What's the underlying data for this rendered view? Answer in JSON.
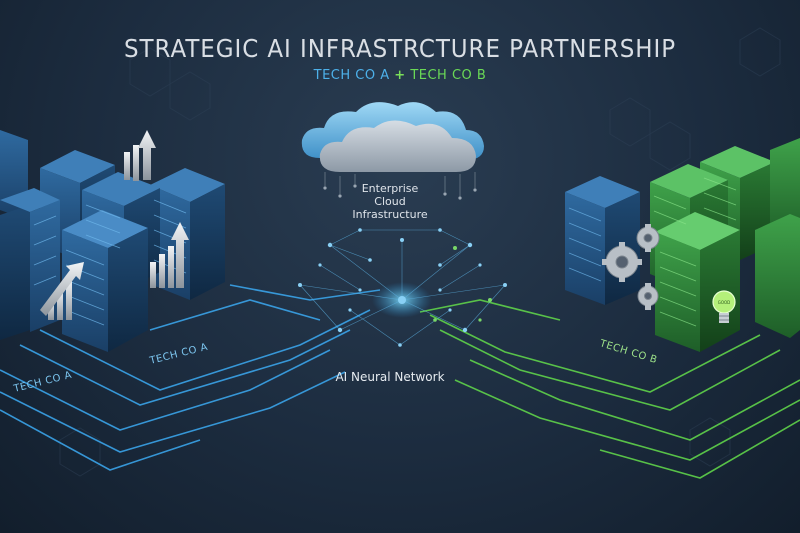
{
  "header": {
    "title": "STRATEGIC AI INFRASTRCTURE PARTNERSHIP",
    "company_a": "TECH CO A",
    "plus": "+",
    "company_b": "TECH CO B"
  },
  "cloud": {
    "line1": "Enterprise",
    "line2": "Cloud",
    "line3": "Infrastructure"
  },
  "network": {
    "label": "AI Neural Network"
  },
  "labels": {
    "server_a_front": "TECH CO A",
    "server_a_left": "TECH CO A",
    "server_b": "TECH CO B"
  },
  "bulb": {
    "text": "GOOD"
  },
  "colors": {
    "company_a": "#4db1ea",
    "company_b": "#6ad956",
    "background": "#1c2c3f"
  }
}
